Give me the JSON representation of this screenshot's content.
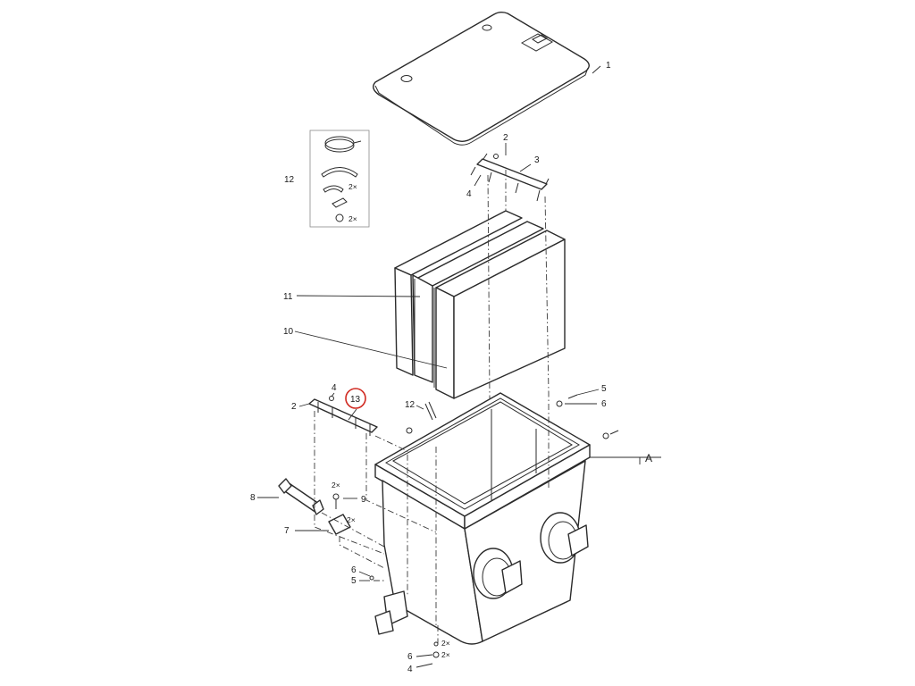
{
  "callouts": {
    "c1": "1",
    "c2_top": "2",
    "c3": "3",
    "c4_top": "4",
    "c12_kit": "12",
    "c11": "11",
    "c10": "10",
    "c4_left": "4",
    "c13": "13",
    "c2_left": "2",
    "c12_mid": "12",
    "c5_right": "5",
    "c6_right": "6",
    "cA": "A",
    "c8": "8",
    "c2x_9": "2×",
    "c9": "9",
    "c2x_7": "2×",
    "c7": "7",
    "c6_left": "6",
    "c5_left": "5",
    "c6_bottom": "6",
    "c2x_6": "2×",
    "c4_bottom": "4",
    "c2x_4": "2×"
  },
  "kit": {
    "qty_clip": "2×",
    "qty_screw": "2×"
  },
  "colors": {
    "line": "#2b2b2b",
    "highlight_circle": "#d0281f",
    "background": "#ffffff"
  }
}
